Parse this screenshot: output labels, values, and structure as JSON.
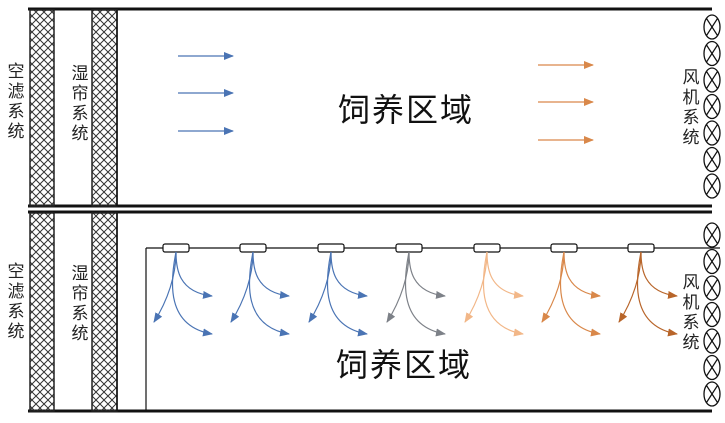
{
  "labels": {
    "filter": "空滤系统",
    "pad": "湿帘系统",
    "fan": "风机系统",
    "area": "饲养区域"
  },
  "colors": {
    "line": "#111111",
    "cross": "#333333",
    "blue": "#4a74b4",
    "gray": "#7d8188",
    "orange": "#d9884a",
    "brown": "#b8652a",
    "pale_orange": "#f2b788"
  }
}
